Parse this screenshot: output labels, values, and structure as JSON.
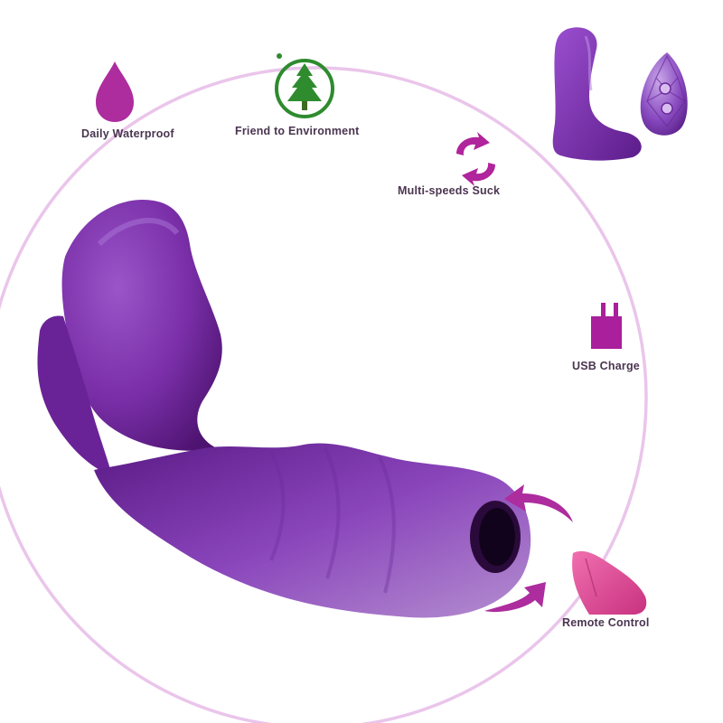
{
  "features": [
    {
      "id": "waterproof",
      "label": "Daily Waterproof",
      "icon": "water-drop-icon"
    },
    {
      "id": "environment",
      "label": "Friend to Environment",
      "icon": "pine-tree-icon"
    },
    {
      "id": "suck",
      "label": "Multi-speeds Suck",
      "icon": "cycle-arrows-icon"
    },
    {
      "id": "usb",
      "label": "USB Charge",
      "icon": "usb-plug-icon"
    },
    {
      "id": "remote",
      "label": "Remote Control",
      "icon": "hand-press-icon"
    }
  ],
  "colors": {
    "accent": "#a8229a",
    "product_purple": "#7a2fa8",
    "ring": "#e3b6e6",
    "tree_green": "#2e8b2e",
    "label_text": "#4a3550"
  }
}
